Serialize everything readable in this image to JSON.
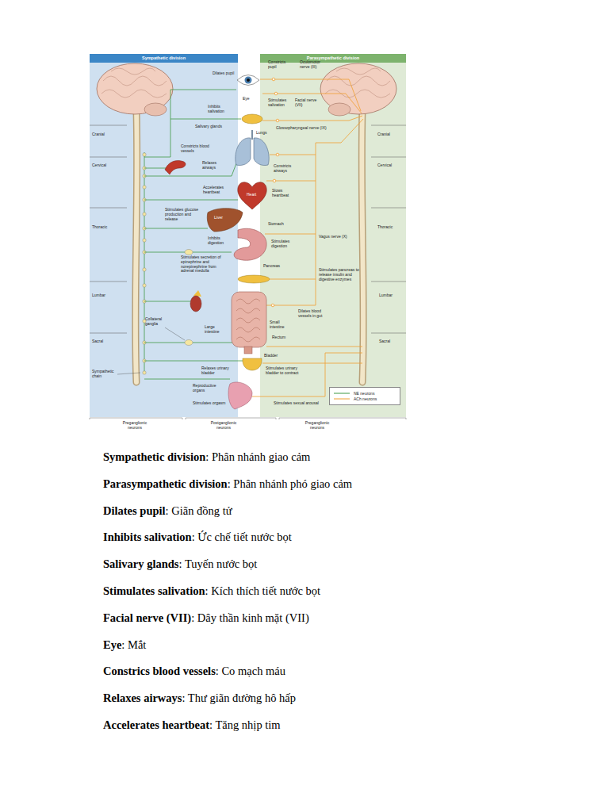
{
  "diagram": {
    "nodes": [
      {
        "text": [
          "Sympathetic division"
        ]
      },
      {
        "text": [
          "Parasympathetic division"
        ]
      }
    ],
    "labels": [
      "Cranial",
      "Cervical",
      "Thoracic",
      "Lumbar",
      "Sacral",
      "Sympathetic chain",
      "Dilates pupil",
      "Inhibits salivation",
      "Salivary glands",
      "Constricts blood vessels",
      "Relaxes airways",
      "Accelerates heartbeat",
      "Stimulates glucose production and release",
      "Inhibits digestion",
      "Stimulates secretion of epinephrine and norepinephrine from adrenal medulla",
      "Collateral ganglia",
      "Large intestine",
      "Relaxes urinary bladder",
      "Reproductive organs",
      "Stimulates orgasm",
      "Eye",
      "Lungs",
      "Heart",
      "Liver",
      "Stomach",
      "Pancreas",
      "Small intestine",
      "Rectum",
      "Bladder",
      "Constricts pupil",
      "Oculomotor nerve (III)",
      "Stimulates salivation",
      "Facial nerve (VII)",
      "Glossopharyngeal nerve (IX)",
      "Constricts airways",
      "Slows heartbeat",
      "Stimulates digestion",
      "Vagus nerve (X)",
      "Stimulates pancreas to release insulin and digestive enzymes",
      "Dilates blood vessels in gut",
      "Stimulates urinary bladder to contract",
      "Stimulates sexual arousal",
      "Cranial",
      "Cervical",
      "Thoracic",
      "Lumbar",
      "Sacral",
      "Preganglionic neurons",
      "Postganglionic neurons",
      "Preganglionic neurons",
      "Sympathetic division",
      ": Phân nhánh giao cảm",
      "Parasympathetic division",
      ": Phân nhánh phó giao cảm",
      "Dilates pupil",
      ": Giãn đồng tử",
      "Inhibits salivation",
      ": Ức chế tiết nước bọt",
      "Salivary glands",
      ": Tuyến nước bọt",
      "Stimulates salivation",
      ": Kích thích tiết nước bọt",
      "Facial nerve (VII)",
      ": Dây thần kinh mặt (VII)",
      "Eye",
      ": Mắt",
      "Constrics blood vessels",
      ": Co mạch máu",
      "Relaxes airways",
      ": Thư giãn đường hô hấp",
      "Accelerates heartbeat",
      ": Tăng nhịp tim"
    ],
    "legend": [
      {
        "text": "NE neurons"
      },
      {
        "text": "ACh neurons"
      }
    ]
  }
}
